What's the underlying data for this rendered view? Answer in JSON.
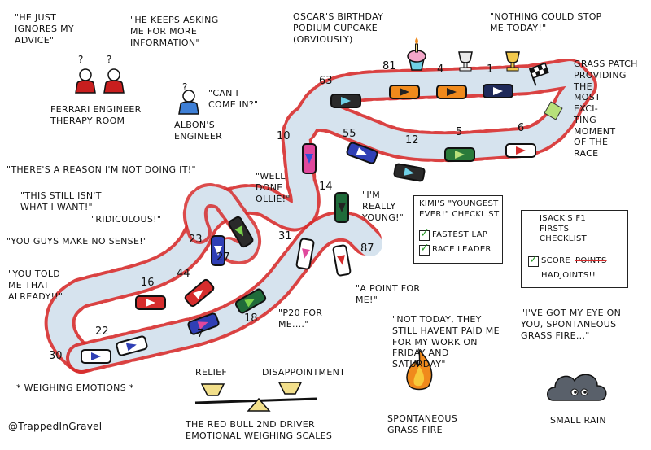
{
  "quotes": {
    "ignores": "\"HE JUST\nIGNORES MY\nADVICE\"",
    "asking": "\"HE KEEPS ASKING\nME FOR MORE\nINFORMATION\"",
    "oscar": "OSCAR'S BIRTHDAY\nPODIUM CUPCAKE\n(OBVIOUSLY)",
    "nothing": "\"NOTHING COULD STOP\nME TODAY!\"",
    "grass_patch": "GRASS PATCH\nPROVIDING\nTHE\nMOST\nEXCI-\nTING\nMOMENT\nOF THE\nRACE",
    "ferrari_room": "FERRARI ENGINEER\nTHERAPY ROOM",
    "come_in": "\"CAN I\nCOME IN?\"",
    "albon_eng": "ALBON'S\nENGINEER",
    "reason": "\"THERE'S A REASON I'M NOT DOING IT!\"",
    "still_isnt": "\"THIS STILL ISN'T\nWHAT I WANT!\"",
    "ridiculous": "\"RIDICULOUS!\"",
    "no_sense": "\"YOU GUYS MAKE NO SENSE!\"",
    "told_me": "\"YOU TOLD\nME THAT\nALREADY!!\"",
    "well_done": "\"WELL\nDONE\nOLLIE!\"",
    "really_young": "\"I'M\nREALLY\nYOUNG!\"",
    "point_for_me": "\"A POINT FOR\nME!\"",
    "p20": "\"P20 FOR\nME....\"",
    "not_today": "\"NOT TODAY, THEY\nSTILL HAVENT PAID ME\nFOR MY WORK ON\nFRIDAY AND\nSATURDAY\"",
    "eye_on_you": "\"I'VE GOT MY EYE ON\nYOU, SPONTANEOUS\nGRASS FIRE...\"",
    "weighing": "* WEIGHING EMOTIONS *",
    "relief": "RELIEF",
    "disappointment": "DISAPPOINTMENT",
    "scales_caption": "THE RED BULL 2ND DRIVER\nEMOTIONAL WEIGHING SCALES",
    "grass_fire": "SPONTANEOUS\nGRASS FIRE",
    "small_rain": "SMALL RAIN",
    "handle": "@TrappedInGravel"
  },
  "kimi_checklist": {
    "title": "KIMI'S \"YOUNGEST\nEVER!\" CHECKLIST",
    "items": [
      "FASTEST LAP",
      "RACE LEADER"
    ],
    "checked": [
      true,
      true
    ]
  },
  "isack_checklist": {
    "title": "ISACK'S F1\nFIRSTS\nCHECKLIST",
    "item": "SCORE",
    "struck": "POINTS",
    "extra": "HADJOINTS!!",
    "checked": true
  },
  "car_numbers": {
    "n81": "81",
    "n4": "4",
    "n1": "1",
    "n63": "63",
    "n10": "10",
    "n55": "55",
    "n12": "12",
    "n5": "5",
    "n6": "6",
    "n14": "14",
    "n31": "31",
    "n87": "87",
    "n23": "23",
    "n27": "27",
    "n44": "44",
    "n16": "16",
    "n18": "18",
    "n7": "7",
    "n22": "22",
    "n30": "30"
  },
  "question_marks": "?",
  "colors": {
    "track": "#d6e3ee",
    "track_edge": "#555555",
    "kerb_red": "#d62d2d",
    "grass": "#b7e07a",
    "fire_orange": "#f08a1c",
    "fire_yellow": "#f7c93a",
    "cloud": "#59606a",
    "scale_yellow": "#f2df8a",
    "ferrari_red": "#c81e1e",
    "albon_blue": "#3e7fd6"
  },
  "icons": [
    "trophy-icon",
    "cupcake-icon",
    "checkered-flag-icon",
    "fire-icon",
    "cloud-icon",
    "checkmark-icon"
  ]
}
